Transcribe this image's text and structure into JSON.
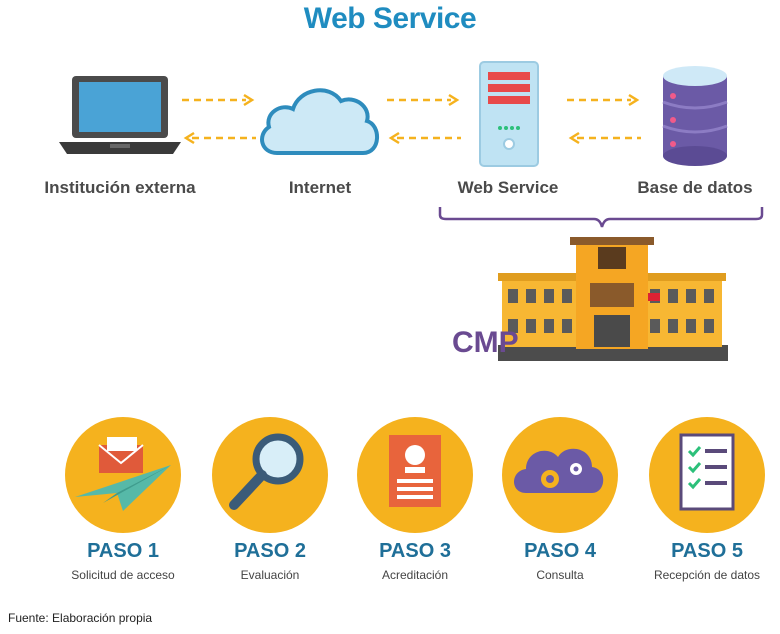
{
  "title": "Web Service",
  "nodes": [
    {
      "label": "Institución externa"
    },
    {
      "label": "Internet"
    },
    {
      "label": "Web Service"
    },
    {
      "label": "Base de datos"
    }
  ],
  "cmp_label": "CMP",
  "steps": [
    {
      "title": "PASO 1",
      "subtitle": "Solicitud de acceso"
    },
    {
      "title": "PASO 2",
      "subtitle": "Evaluación"
    },
    {
      "title": "PASO 3",
      "subtitle": "Acreditación"
    },
    {
      "title": "PASO 4",
      "subtitle": "Consulta"
    },
    {
      "title": "PASO 5",
      "subtitle": "Recepción de datos"
    }
  ],
  "footer": "Fuente: Elaboración propia",
  "colors": {
    "title": "#1f8cc0",
    "step_circle": "#f5b21e",
    "step_title": "#1f6f98",
    "arrow": "#f5b21e",
    "bracket": "#6a4a91"
  }
}
